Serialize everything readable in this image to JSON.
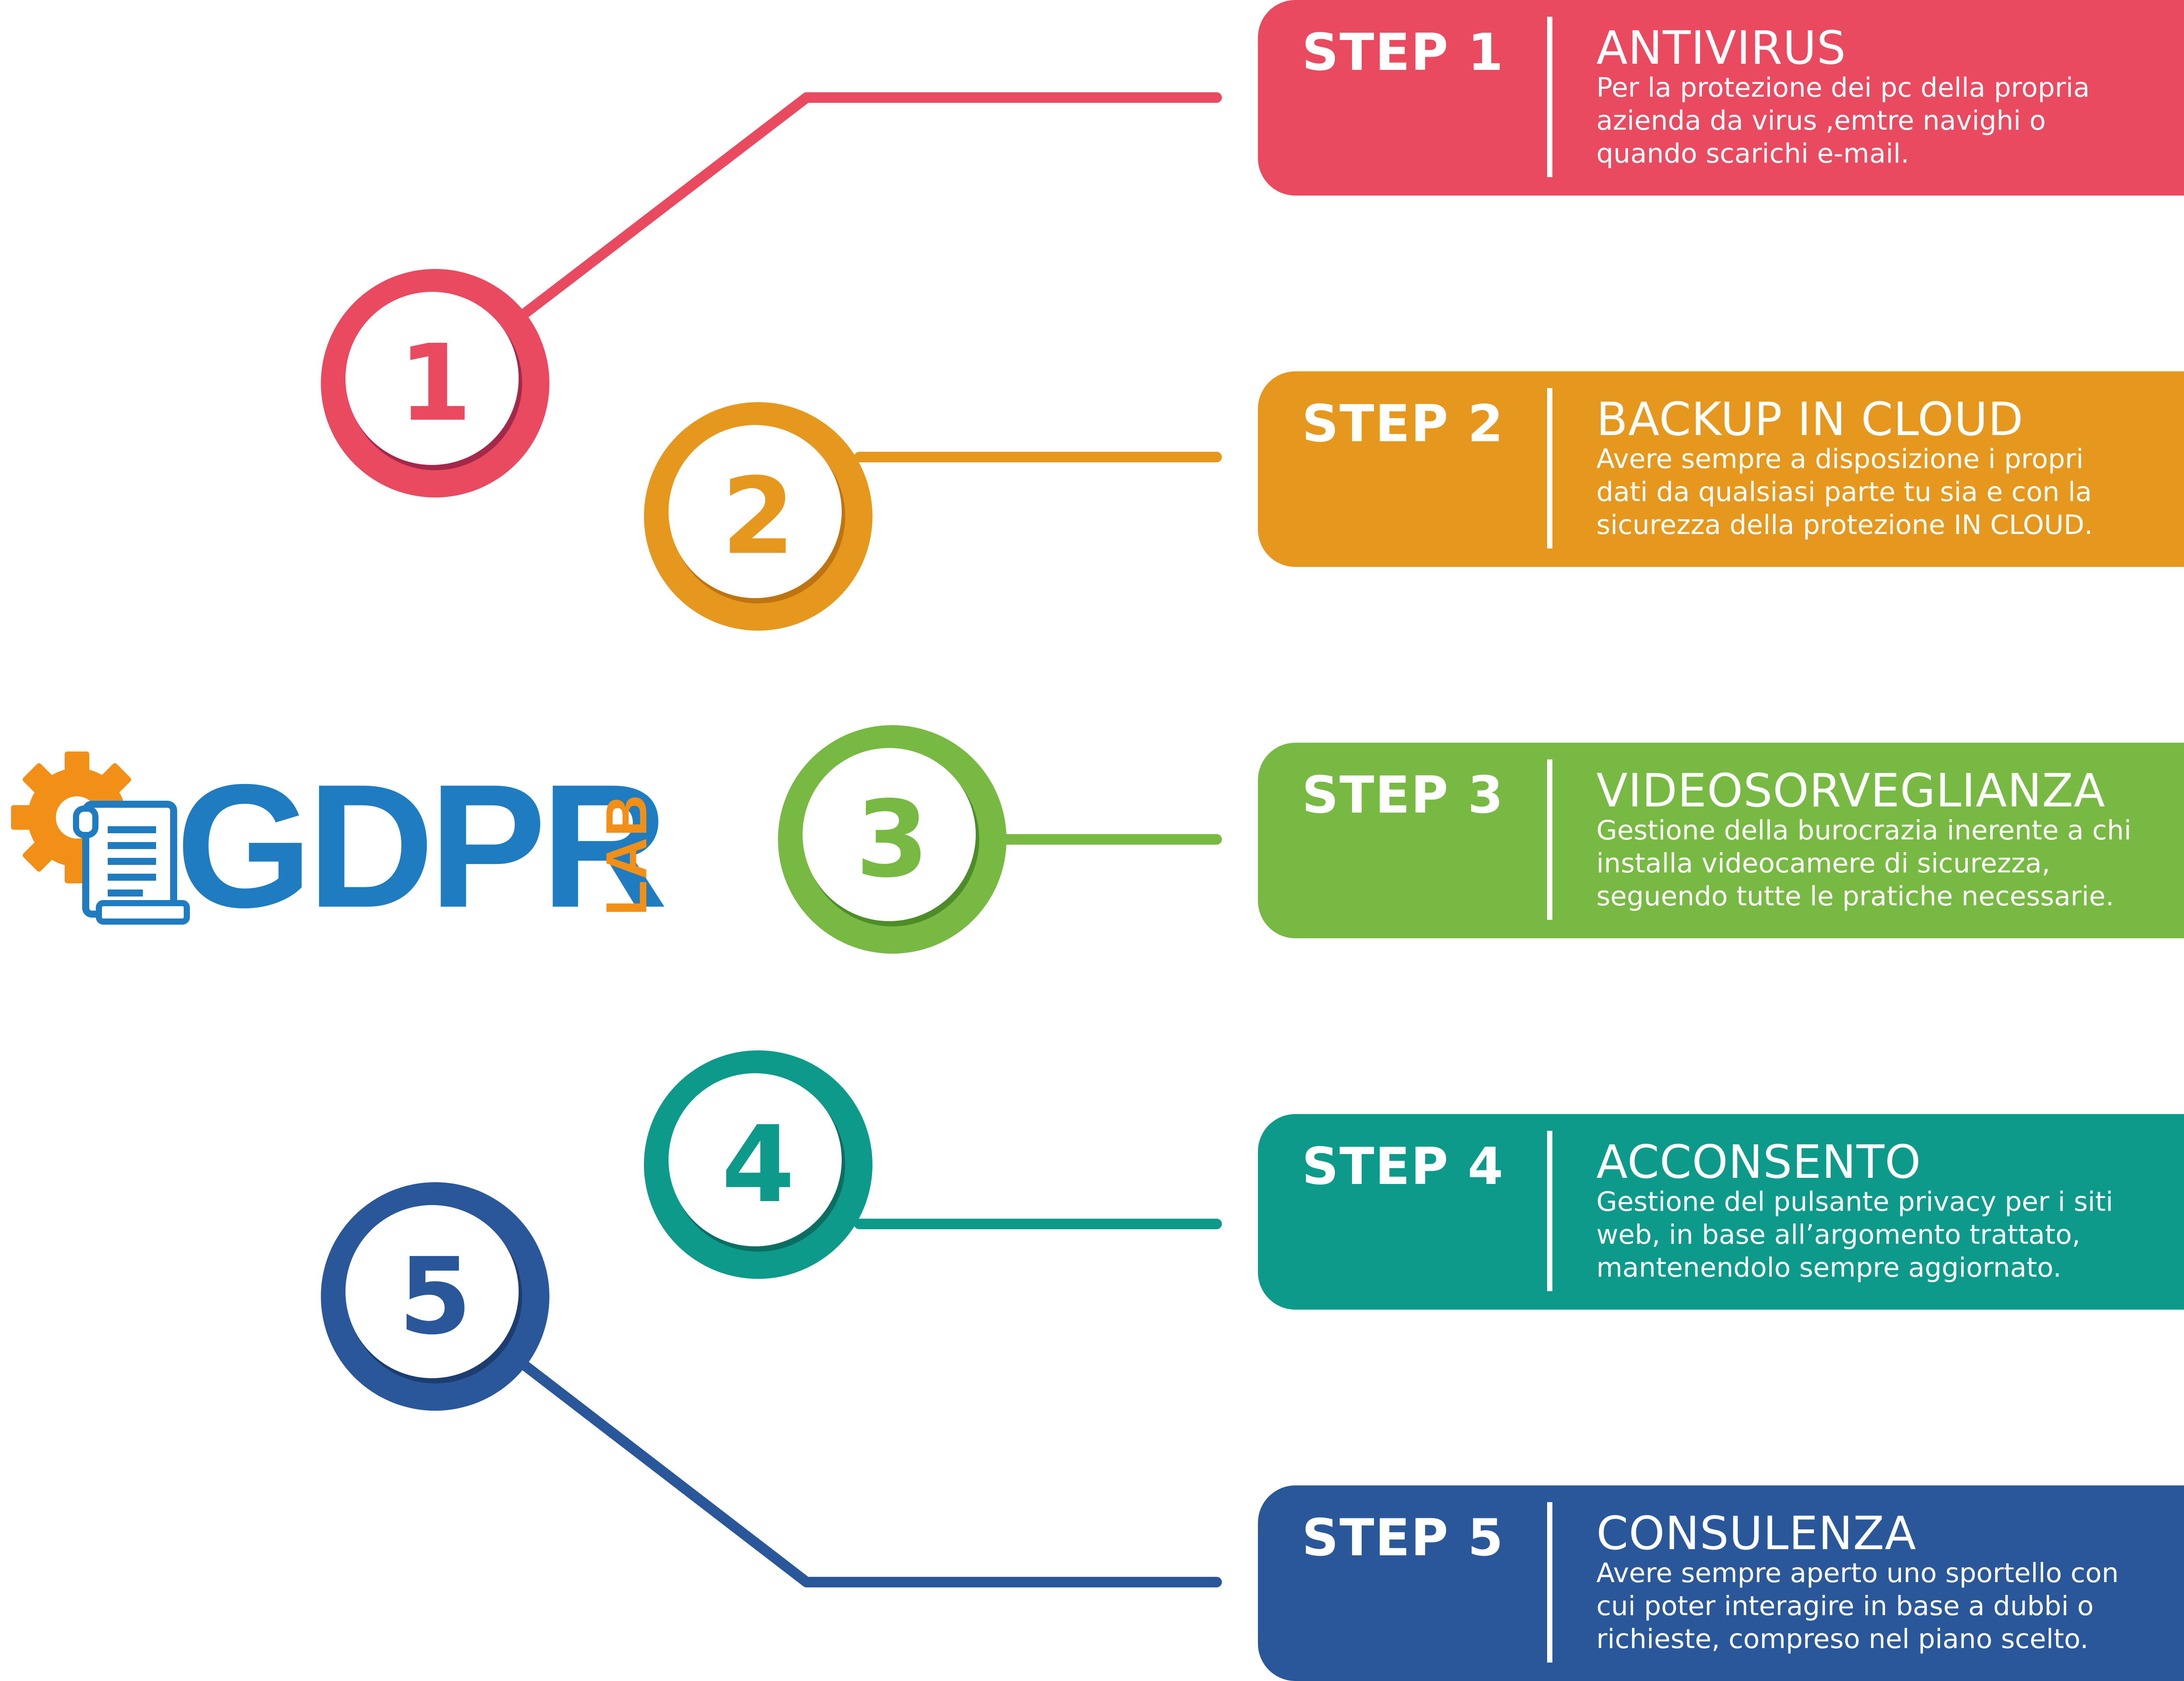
{
  "colors": {
    "step1": "#ea4a60",
    "step1_shade": "#a4284a",
    "step2": "#e6981e",
    "step2_shade": "#c07410",
    "step3": "#78b944",
    "step3_shade": "#4e8c2a",
    "step4": "#0e9a8b",
    "step4_shade": "#0a6e62",
    "step5": "#2a5799",
    "step5_shade": "#1b3d70",
    "logo_blue": "#1f7cc0",
    "logo_orange": "#f28f16"
  },
  "logo": {
    "text": "GDPR",
    "badge": "LAB",
    "gear_icon": "gear-icon",
    "document_icon": "document-scroll-icon"
  },
  "steps": [
    {
      "number": "1",
      "label": "STEP 1",
      "title": "ANTIVIRUS",
      "description": "Per la protezione dei pc della propria azienda da virus ,emtre navighi o quando scarichi e-mail."
    },
    {
      "number": "2",
      "label": "STEP 2",
      "title": "BACKUP IN CLOUD",
      "description": "Avere sempre a disposizione i propri dati da qualsiasi parte tu sia e con la sicurezza della protezione IN CLOUD."
    },
    {
      "number": "3",
      "label": "STEP 3",
      "title": "VIDEOSORVEGLIANZA",
      "description": "Gestione della burocrazia inerente a chi installa videocamere di sicurezza, seguendo tutte le pratiche necessarie."
    },
    {
      "number": "4",
      "label": "STEP 4",
      "title": "ACCONSENTO",
      "description": "Gestione del pulsante privacy per i siti web, in base all’argomento trattato, mantenendolo sempre aggiornato."
    },
    {
      "number": "5",
      "label": "STEP 5",
      "title": "CONSULENZA",
      "description": "Avere sempre aperto uno sportello con cui poter interagire in base a dubbi o richieste, compreso nel piano scelto."
    }
  ]
}
